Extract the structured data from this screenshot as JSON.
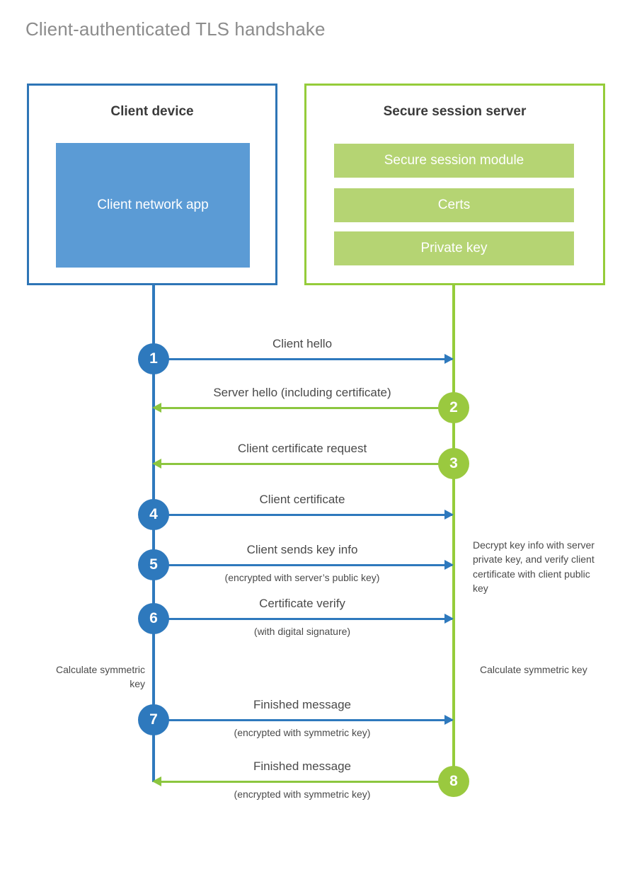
{
  "title": "Client-authenticated TLS handshake",
  "colors": {
    "client_accent": "#2e79bd",
    "client_border": "#2e75b6",
    "client_app_fill": "#5b9bd5",
    "server_accent": "#8cc63f",
    "server_border": "#95cc3a",
    "server_bar_fill": "#b5d473",
    "server_badge": "#9ac93f",
    "title_text": "#8c8c8c",
    "body_text": "#4a4a4a"
  },
  "actors": {
    "client": {
      "title": "Client device",
      "app_label": "Client network app"
    },
    "server": {
      "title": "Secure session server",
      "components": [
        "Secure session module",
        "Certs",
        "Private key"
      ]
    }
  },
  "steps": [
    {
      "number": "1",
      "label": "Client hello",
      "sublabel": "",
      "direction": "client-to-server",
      "color": "blue"
    },
    {
      "number": "2",
      "label": "Server hello (including certificate)",
      "sublabel": "",
      "direction": "server-to-client",
      "color": "green"
    },
    {
      "number": "3",
      "label": "Client certificate request",
      "sublabel": "",
      "direction": "server-to-client",
      "color": "green"
    },
    {
      "number": "4",
      "label": "Client certificate",
      "sublabel": "",
      "direction": "client-to-server",
      "color": "blue"
    },
    {
      "number": "5",
      "label": "Client sends key info",
      "sublabel": "(encrypted with server’s public key)",
      "direction": "client-to-server",
      "color": "blue"
    },
    {
      "number": "6",
      "label": "Certificate verify",
      "sublabel": "(with digital signature)",
      "direction": "client-to-server",
      "color": "blue"
    },
    {
      "number": "7",
      "label": "Finished message",
      "sublabel": "(encrypted with symmetric key)",
      "direction": "client-to-server",
      "color": "blue"
    },
    {
      "number": "8",
      "label": "Finished message",
      "sublabel": "(encrypted with symmetric key)",
      "direction": "server-to-client",
      "color": "green"
    }
  ],
  "notes": {
    "server_decrypt": "Decrypt key info with server private key, and verify client certificate with client public key",
    "client_calculate": "Calculate symmetric key",
    "server_calculate": "Calculate symmetric key"
  }
}
